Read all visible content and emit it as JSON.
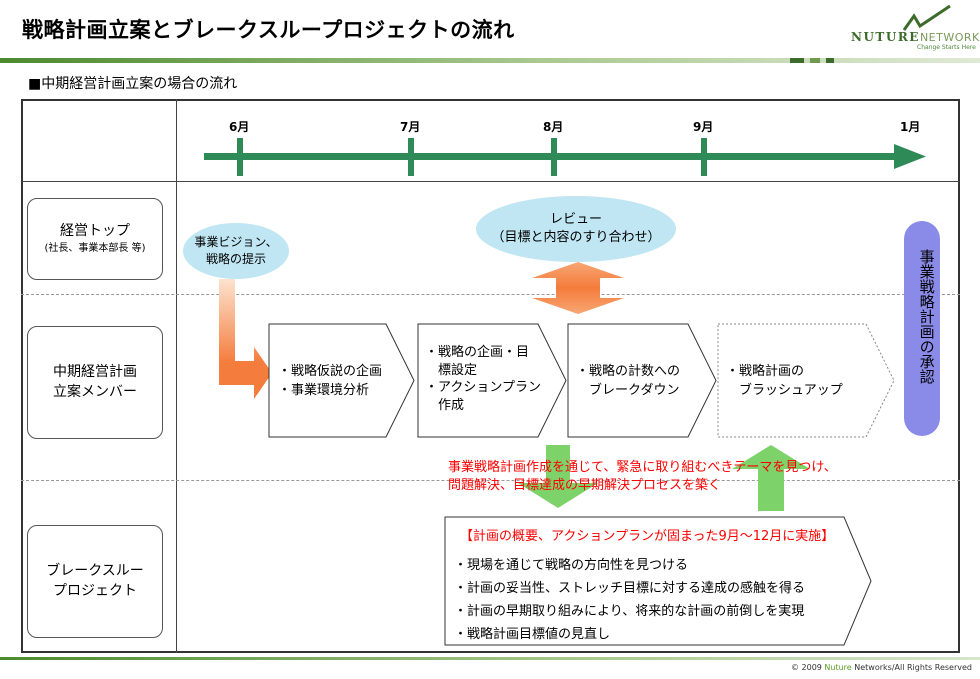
{
  "header": {
    "title": "戦略計画立案とブレークスループロジェクトの流れ",
    "subtitle": "■中期経営計画立案の場合の流れ"
  },
  "logo": {
    "brand_main": "NUTURE",
    "brand_second": "NETWORKS",
    "tagline": "Change Starts Here"
  },
  "timeline": {
    "months": [
      "6月",
      "7月",
      "8月",
      "9月",
      "1月"
    ]
  },
  "rows": {
    "top_management": {
      "label": "経営トップ",
      "sublabel": "(社長、事業本部長 等)"
    },
    "planning_members": {
      "label_line1": "中期経営計画",
      "label_line2": "立案メンバー"
    },
    "breakthrough": {
      "label_line1": "ブレークスルー",
      "label_line2": "プロジェクト"
    }
  },
  "vision_bubble": {
    "line1": "事業ビジョン、",
    "line2": "戦略の提示"
  },
  "review_bubble": {
    "line1": "レビュー",
    "line2": "（目標と内容のすり合わせ）"
  },
  "steps": [
    {
      "lines": [
        "・戦略仮説の企画",
        "・事業環境分析"
      ]
    },
    {
      "lines": [
        "・戦略の企画・目",
        "　標設定",
        "・アクションプラン",
        "　作成"
      ]
    },
    {
      "lines": [
        "・戦略の計数への",
        "　ブレークダウン"
      ]
    },
    {
      "lines": [
        "・戦略計画の",
        "　ブラッシュアップ"
      ]
    }
  ],
  "approval": {
    "text": "事業戦略計画の承認"
  },
  "note": {
    "line1": "事業戦略計画作成を通じて、緊急に取り組むべきテーマを見つけ、",
    "line2": "問題解決、目標達成の早期解決プロセスを築く"
  },
  "breakthrough_box": {
    "heading": "【計画の概要、アクションプランが固まった9月～12月に実施】",
    "items": [
      "・現場を通じて戦略の方向性を見つける",
      "・計画の妥当性、ストレッチ目標に対する達成の感触を得る",
      "・計画の早期取り組みにより、将来的な計画の前倒しを実現",
      "・戦略計画目標値の見直し"
    ]
  },
  "footer": {
    "prefix": "© 2009 ",
    "brand": "Nuture",
    "suffix": " Networks/All Rights Reserved"
  },
  "colors": {
    "timeline_arrow": "#2e8b57",
    "bubble": "#bfe6f2",
    "orange": "#f47c3c",
    "green_arrow": "#7ed26a",
    "approval": "#8a8ae8",
    "red_text": "#ff0000"
  }
}
